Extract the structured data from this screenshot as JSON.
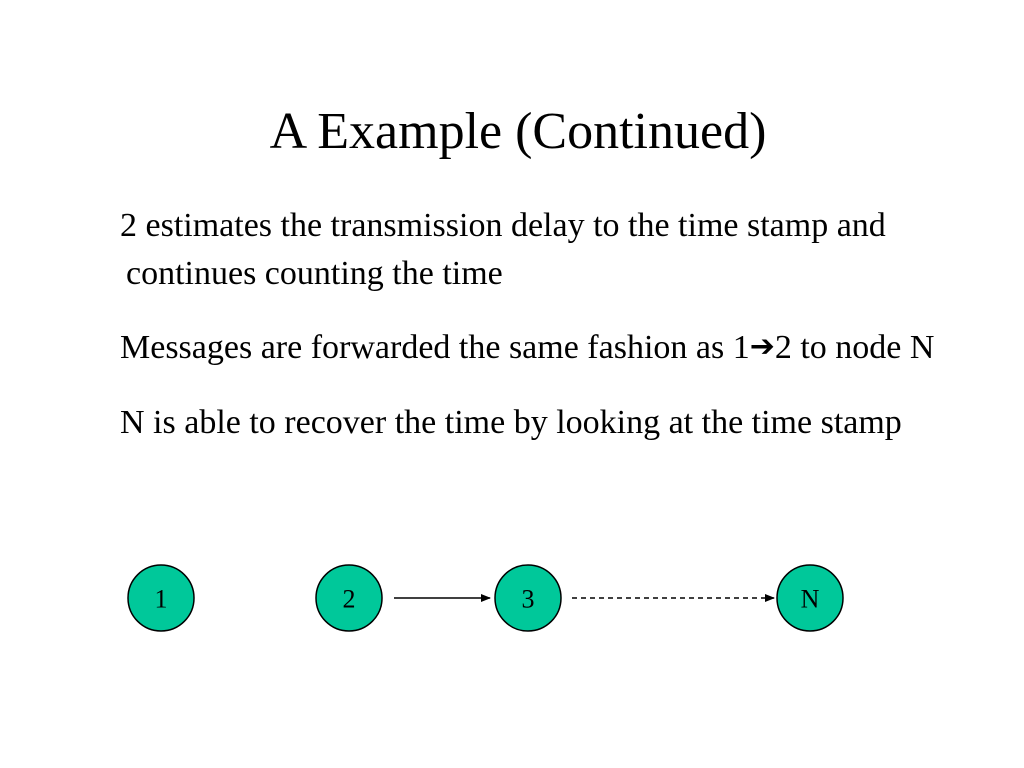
{
  "slide": {
    "title": "A Example (Continued)",
    "bullets": [
      {
        "text": "2 estimates the transmission delay to the time stamp and continues counting the time"
      },
      {
        "text_before": "Messages are forwarded the same fashion as 1",
        "arrow_icon": "right-arrow-icon",
        "text_after": "2 to node N"
      },
      {
        "text": "N is able to recover the time by looking at the time stamp"
      }
    ]
  },
  "diagram": {
    "node_color": "#00c89a",
    "nodes": [
      {
        "label": "1"
      },
      {
        "label": "2"
      },
      {
        "label": "3"
      },
      {
        "label": "N"
      }
    ],
    "links": [
      {
        "from": "2",
        "to": "3",
        "style": "solid"
      },
      {
        "from": "3",
        "to": "N",
        "style": "dashed"
      }
    ]
  }
}
